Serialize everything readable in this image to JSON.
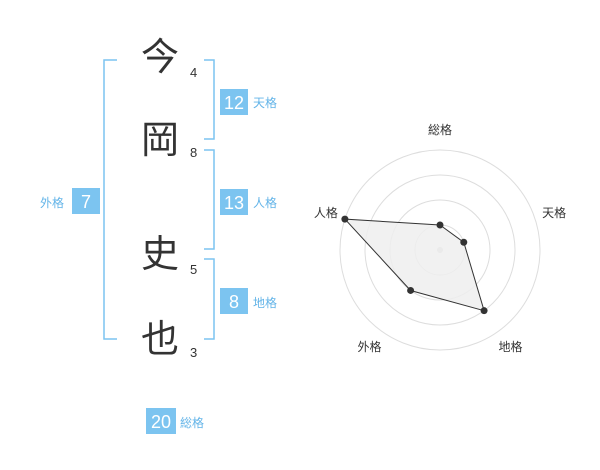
{
  "name": {
    "characters": [
      {
        "char": "今",
        "strokes": "4"
      },
      {
        "char": "岡",
        "strokes": "8"
      },
      {
        "char": "史",
        "strokes": "5"
      },
      {
        "char": "也",
        "strokes": "3"
      }
    ]
  },
  "kakusu": {
    "tenkaku": {
      "value": "12",
      "label": "天格"
    },
    "jinkaku": {
      "value": "13",
      "label": "人格"
    },
    "chikaku": {
      "value": "8",
      "label": "地格"
    },
    "gaikaku": {
      "value": "7",
      "label": "外格"
    },
    "soukaku": {
      "value": "20",
      "label": "総格"
    }
  },
  "colors": {
    "accent": "#7cc4f0",
    "accent_text": "#63b4e8",
    "text": "#333333",
    "radar_fill": "#eeeeee",
    "grid": "#dddddd"
  },
  "chart_data": {
    "type": "radar",
    "axes": [
      "総格",
      "天格",
      "地格",
      "外格",
      "人格"
    ],
    "values": [
      1,
      1,
      3,
      2,
      4
    ],
    "max": 4,
    "rings": 4
  }
}
